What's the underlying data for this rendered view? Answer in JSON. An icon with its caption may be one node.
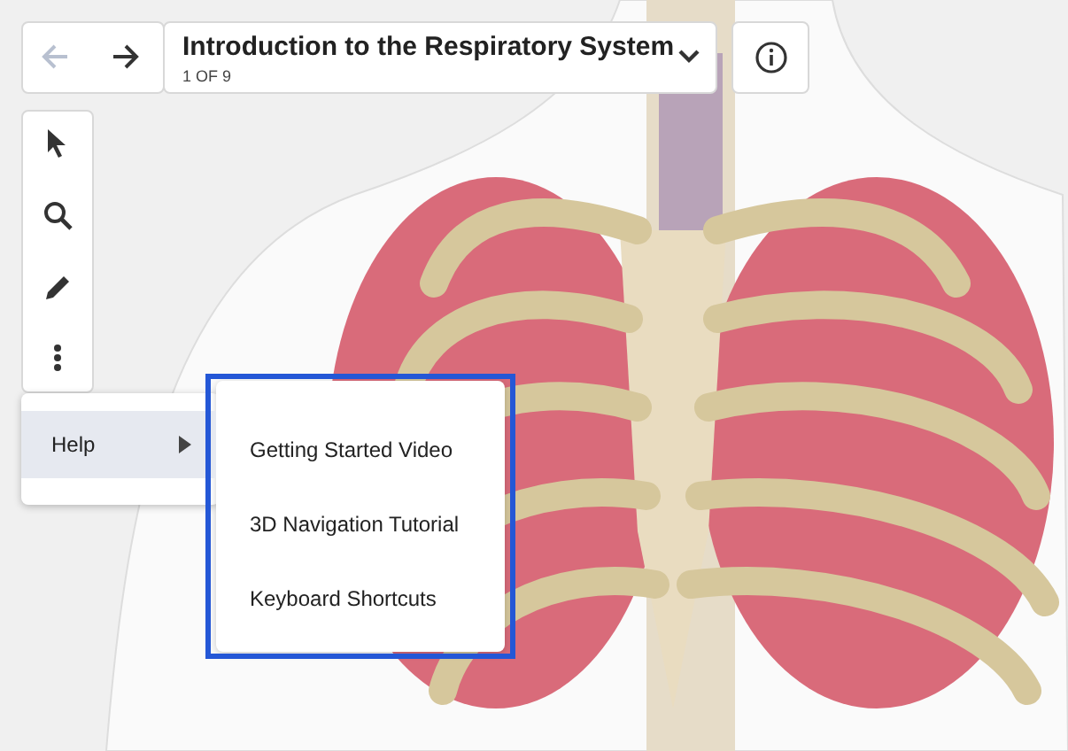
{
  "diagram": {
    "title": "Introduction to the Respiratory System",
    "nodes": [
      {
        "text": [
          "Help"
        ]
      },
      {
        "text": [],
        "shape": "box"
      },
      {
        "text": [
          "Getting Started Video"
        ],
        "in": 1
      },
      {
        "text": [
          "3D Navigation Tutorial"
        ],
        "in": 1
      },
      {
        "text": [
          "Keyboard Shortcuts"
        ],
        "in": 1
      }
    ],
    "labels": [
      "1 OF 9"
    ]
  }
}
